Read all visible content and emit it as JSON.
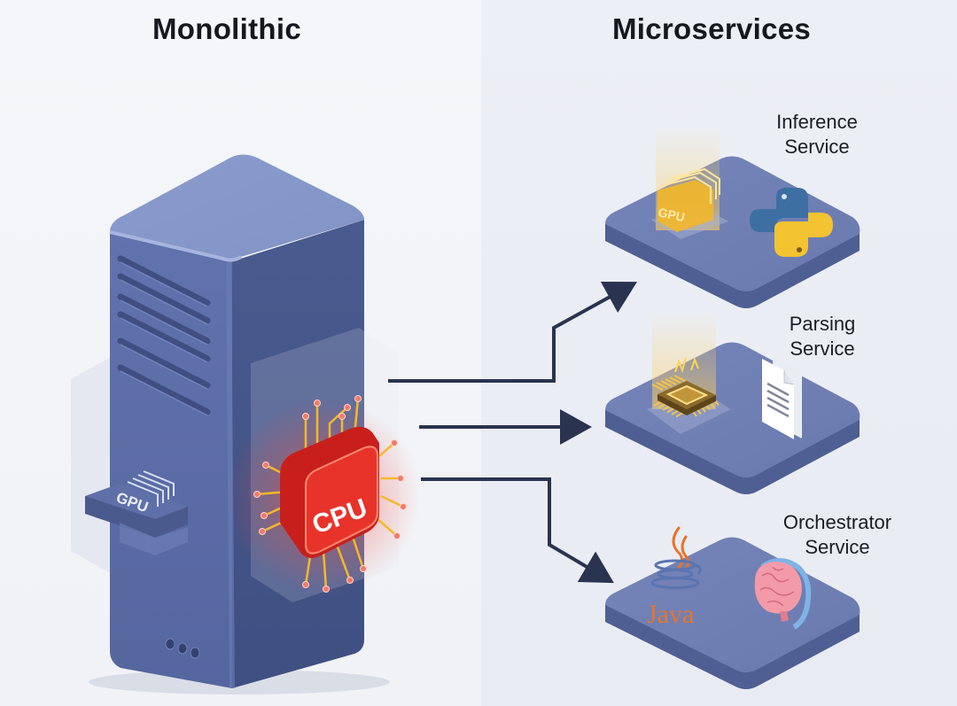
{
  "panels": {
    "left": {
      "title": "Monolithic"
    },
    "right": {
      "title": "Microservices"
    }
  },
  "monolith": {
    "components": [
      {
        "name": "gpu",
        "label": "GPU"
      },
      {
        "name": "cpu",
        "label": "CPU",
        "state": "overloaded"
      }
    ],
    "vent_count": 6,
    "indicator_dots": 3
  },
  "services": [
    {
      "id": "inference",
      "label_line1": "Inference",
      "label_line2": "Service",
      "icons": [
        {
          "type": "gpu-icon",
          "label": "GPU"
        },
        {
          "type": "python-logo-icon"
        }
      ]
    },
    {
      "id": "parsing",
      "label_line1": "Parsing",
      "label_line2": "Service",
      "icons": [
        {
          "type": "chip-icon"
        },
        {
          "type": "document-icon"
        }
      ]
    },
    {
      "id": "orchestrator",
      "label_line1": "Orchestrator",
      "label_line2": "Service",
      "icons": [
        {
          "type": "java-logo-icon",
          "label": "Java"
        },
        {
          "type": "brain-icon"
        }
      ]
    }
  ],
  "connections": [
    {
      "from": "monolith",
      "to": "inference"
    },
    {
      "from": "monolith",
      "to": "parsing"
    },
    {
      "from": "monolith",
      "to": "orchestrator"
    }
  ],
  "colors": {
    "server_top": "#8b9ccc",
    "server_front": "#5a6ca6",
    "server_side": "#465789",
    "platform_top": "#6f7fb3",
    "platform_side": "#4f5f93",
    "cpu_red": "#e8332b",
    "gold": "#f5b82a",
    "arrow": "#2a3350"
  }
}
